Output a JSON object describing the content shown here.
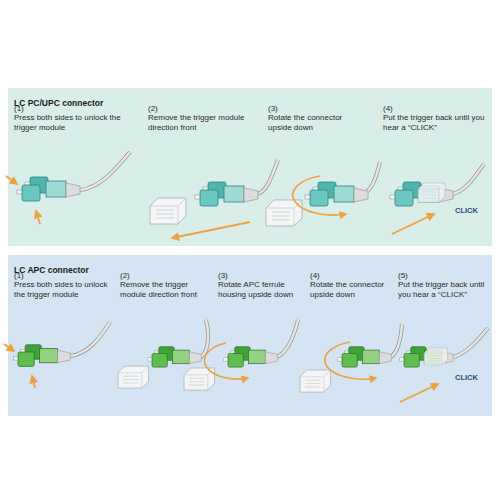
{
  "diagram": {
    "nodes": [
      {
        "text": [
          "LC PC/UPC connector"
        ]
      },
      {
        "text": [
          "LC APC connector"
        ]
      }
    ],
    "labels": [
      "(1)",
      "Press both sides to unlock the trigger module",
      "(2)",
      "Remove the trigger module direction front",
      "(3)",
      "Rotate the connector upside down",
      "(4)",
      "Put the trigger back until you hear a “CLICK”",
      "CLICK",
      "(1)",
      "Press both sides to unlock the trigger module",
      "(2)",
      "Remove the trigger module direction front",
      "(3)",
      "Rotate APC ferrule housing upside down",
      "(4)",
      "Rotate the connector upside down",
      "(5)",
      "Put the trigger back until you hear a “CLICK”",
      "CLICK"
    ]
  }
}
